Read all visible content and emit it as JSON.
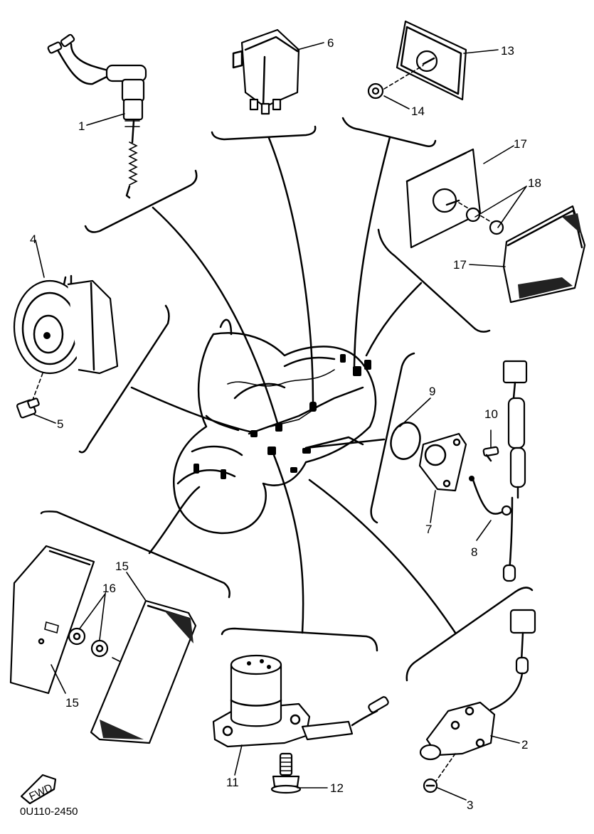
{
  "diagram": {
    "reference_code": "0U110-2450",
    "front_marker": "FWD",
    "callouts": [
      {
        "id": "c1",
        "text": "1"
      },
      {
        "id": "c2",
        "text": "2"
      },
      {
        "id": "c3",
        "text": "3"
      },
      {
        "id": "c4",
        "text": "4"
      },
      {
        "id": "c5",
        "text": "5"
      },
      {
        "id": "c6",
        "text": "6"
      },
      {
        "id": "c7",
        "text": "7"
      },
      {
        "id": "c8",
        "text": "8"
      },
      {
        "id": "c9",
        "text": "9"
      },
      {
        "id": "c10",
        "text": "10"
      },
      {
        "id": "c11",
        "text": "11"
      },
      {
        "id": "c12",
        "text": "12"
      },
      {
        "id": "c13",
        "text": "13"
      },
      {
        "id": "c14",
        "text": "14"
      },
      {
        "id": "c15a",
        "text": "15"
      },
      {
        "id": "c15b",
        "text": "15"
      },
      {
        "id": "c16",
        "text": "16"
      },
      {
        "id": "c17a",
        "text": "17"
      },
      {
        "id": "c17b",
        "text": "17"
      },
      {
        "id": "c18",
        "text": "18"
      }
    ]
  }
}
